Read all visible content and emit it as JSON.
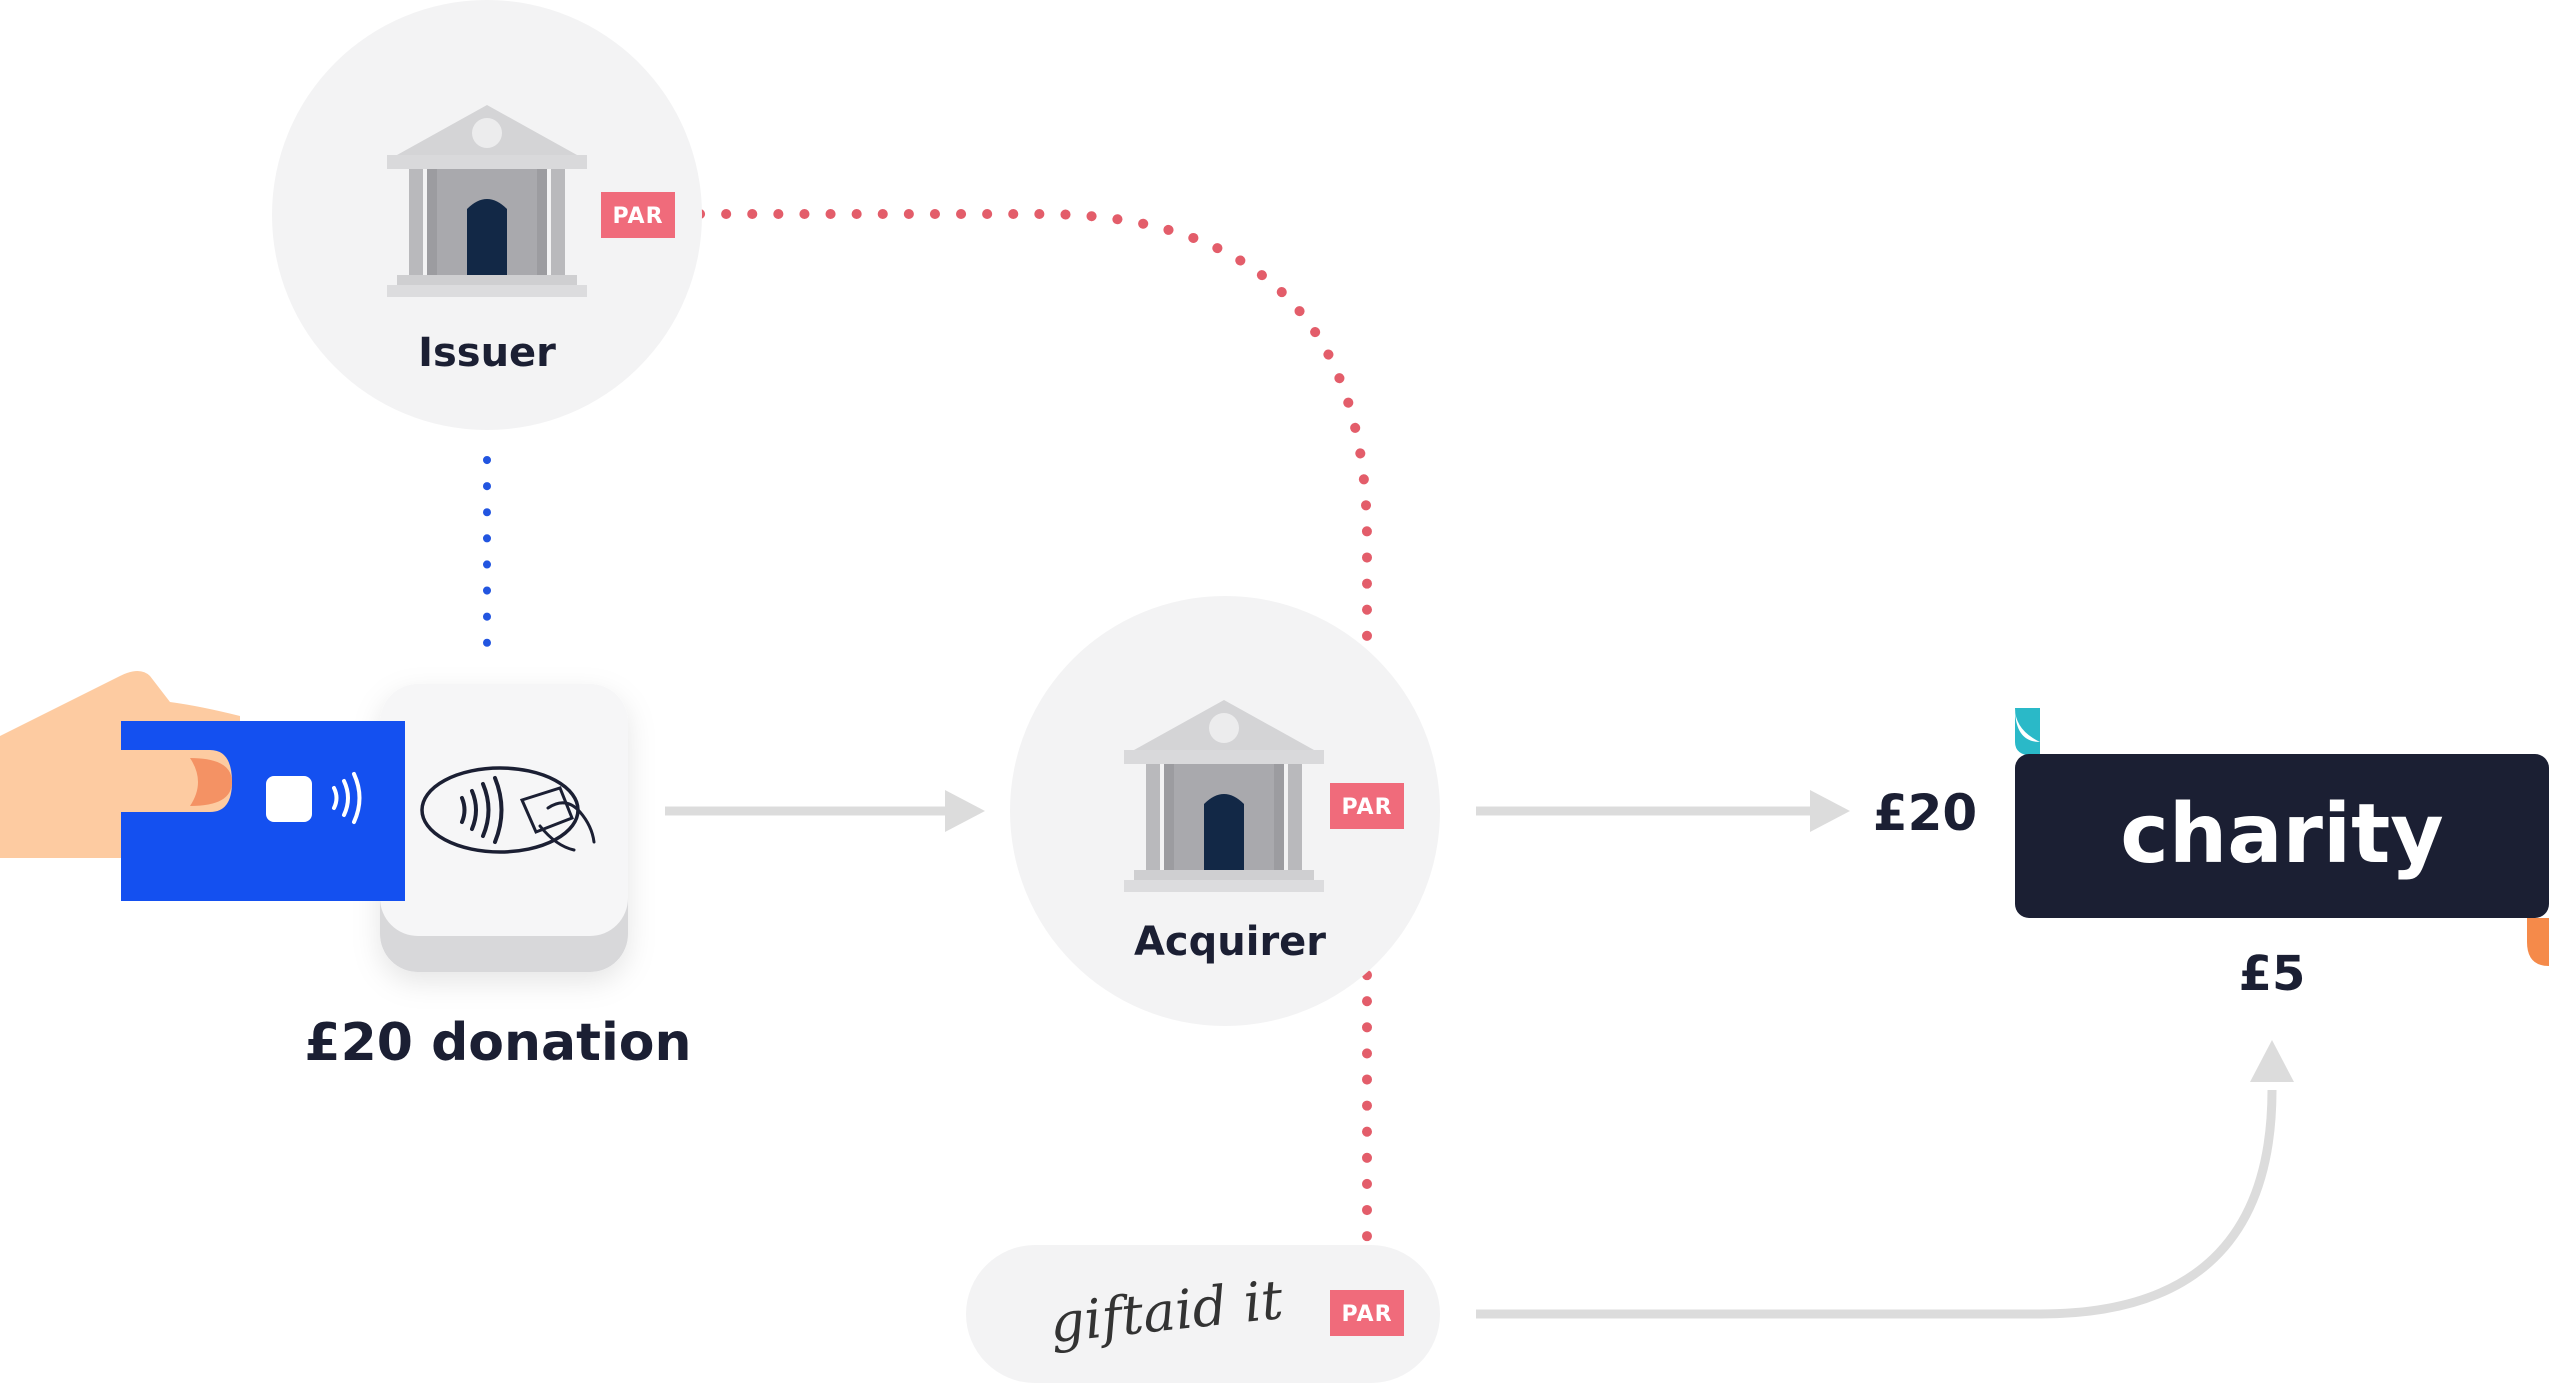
{
  "labels": {
    "issuer": "Issuer",
    "acquirer": "Acquirer",
    "donation": "£20 donation",
    "amount_to_charity": "£20",
    "gift_aid_amount": "£5",
    "charity": "charity",
    "giftaid": "giftaid it",
    "par": "PAR"
  },
  "icons": [
    "bank-icon",
    "card-icon",
    "contactless-icon",
    "hand-icon",
    "contactless-terminal-icon"
  ],
  "colors": {
    "node_bg": "#f3f3f4",
    "card_blue": "#1450f0",
    "par_badge": "#f06b7b",
    "red_dots": "#e35d6a",
    "blue_dots": "#2255e0",
    "arrow_grey": "#dcdcdc",
    "charity_bg": "#1b1f33",
    "ribbon_teal": "#2ab9c8",
    "ribbon_orange": "#f58a4a",
    "door_navy": "#122846"
  }
}
